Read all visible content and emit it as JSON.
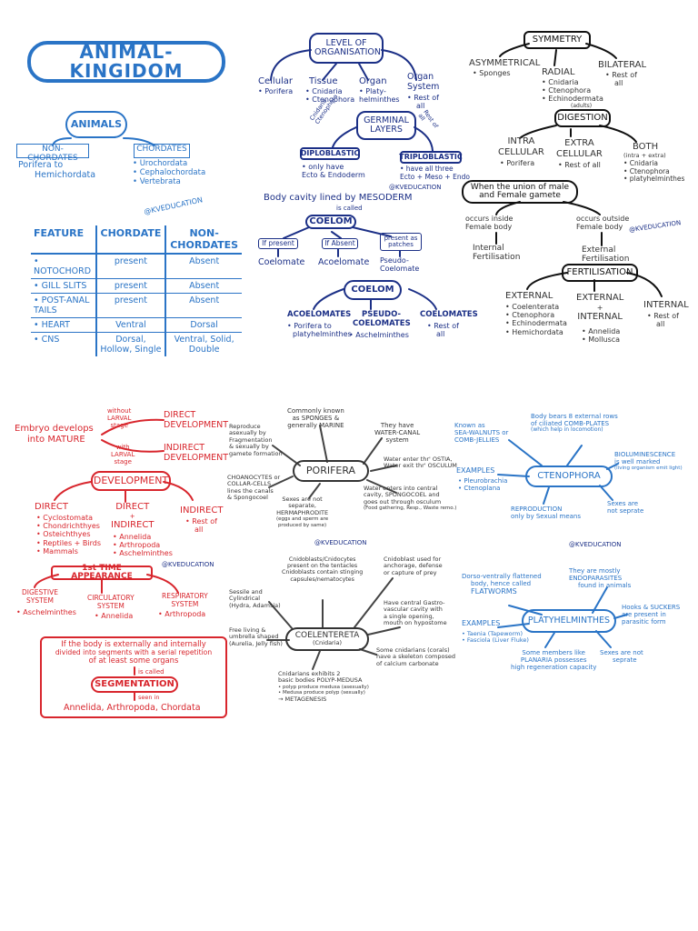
{
  "title": "ANIMAL-KINGIDOM",
  "watermark": "@KVEDUCATION",
  "colors": {
    "blue": "#2a74c6",
    "dark_blue": "#1b2f86",
    "red": "#d8262d",
    "dark": "#333333"
  },
  "animals": {
    "title": "ANIMALS",
    "non_chordates": "NON-CHORDATES",
    "non_chordates_desc": [
      "Porifera to",
      "Hemichordata"
    ],
    "chordates": "CHORDATES",
    "chordates_list": [
      "• Urochordata",
      "• Cephalochordata",
      "• Vertebrata"
    ]
  },
  "features": {
    "headers": [
      "FEATURE",
      "CHORDATE",
      "NON-CHORDATES"
    ],
    "rows": [
      [
        "• NOTOCHORD",
        "present",
        "Absent"
      ],
      [
        "• GILL SLITS",
        "present",
        "Absent"
      ],
      [
        "• POST-ANAL TAILS",
        "present",
        "Absent"
      ],
      [
        "• HEART",
        "Ventral",
        "Dorsal"
      ],
      [
        "• CNS",
        "Dorsal, Hollow, Single",
        "Ventral, Solid, Double"
      ]
    ]
  },
  "organisation": {
    "title": "LEVEL OF ORGANISATION",
    "cellular": "Cellular",
    "cellular_sub": "• Porifera",
    "tissue": "Tissue",
    "tissue_sub": [
      "• Cnidaria",
      "• Ctenophora"
    ],
    "organ": "Organ",
    "organ_sub": [
      "• Platy-",
      "helminthes"
    ],
    "organ_system": [
      "Organ",
      "System"
    ],
    "organ_system_sub": [
      "• Rest of",
      "all"
    ]
  },
  "germinal": {
    "title": [
      "GERMINAL",
      "LAYERS"
    ],
    "left_label": [
      "Cnidaria",
      "Ctenophora"
    ],
    "right_label": [
      "Rest of",
      "all"
    ],
    "diploblastic": "DIPLOBLASTIC",
    "diplo_desc": [
      "• only have",
      "Ecto & Endoderm"
    ],
    "triploblastic": "TRIPLOBLASTIC",
    "triplo_desc": [
      "• have all three",
      "Ecto + Meso + Endo"
    ]
  },
  "coelom1": {
    "intro": "Body cavity lined by MESODERM",
    "is_called": "is called",
    "title": "COELOM",
    "if_present": "If present",
    "if_absent": "If Absent",
    "present_patches": [
      "present as",
      "patches"
    ],
    "coelomate": "Coelomate",
    "acoelomate": "Acoelomate",
    "pseudo": [
      "Pseudo-",
      "Coelomate"
    ]
  },
  "coelom2": {
    "title": "COELOM",
    "acoelomates": "ACOELOMATES",
    "acoelomates_sub": [
      "• Porifera to",
      "platyhelminthes"
    ],
    "pseudo": [
      "PSEUDO-",
      "COELOMATES"
    ],
    "pseudo_sub": "• Aschelminthes",
    "coelomates": "COELOMATES",
    "coelomates_sub": [
      "• Rest of",
      "all"
    ]
  },
  "symmetry": {
    "title": "SYMMETRY",
    "asymmetrical": "ASYMMETRICAL",
    "asym_sub": "• Sponges",
    "radial": "RADIAL",
    "radial_sub": [
      "• Cnidaria",
      "• Ctenophora",
      "• Echinodermata"
    ],
    "radial_note": "(adults)",
    "bilateral": "BILATERAL",
    "bilateral_sub": [
      "• Rest of",
      "all"
    ]
  },
  "digestion": {
    "title": "DIGESTION",
    "intra": [
      "INTRA",
      "CELLULAR"
    ],
    "intra_sub": "• Porifera",
    "extra": [
      "EXTRA",
      "CELLULAR"
    ],
    "extra_sub": "• Rest of all",
    "both": "BOTH",
    "both_note": "(intra + extra)",
    "both_sub": [
      "• Cnidaria",
      "• Ctenophora",
      "• platyhelminthes"
    ]
  },
  "union": {
    "title": [
      "When the union of male",
      "and Female gamete"
    ],
    "inside": [
      "occurs inside",
      "Female body"
    ],
    "outside": [
      "occurs outside",
      "Female body"
    ],
    "internal": [
      "Internal",
      "Fertilisation"
    ],
    "external": [
      "External",
      "Fertilisation"
    ]
  },
  "fertilisation": {
    "title": "FERTILISATION",
    "external": "EXTERNAL",
    "external_sub": [
      "• Coelenterata",
      "• Ctenophora",
      "• Echinodermata",
      "• Hemichordata"
    ],
    "ext_int": [
      "EXTERNAL",
      "+",
      "INTERNAL"
    ],
    "ext_int_sub": [
      "• Annelida",
      "• Mollusca"
    ],
    "internal": "INTERNAL",
    "internal_sub": [
      "• Rest of",
      "all"
    ]
  },
  "embryo": {
    "main": [
      "Embryo develops",
      "into MATURE"
    ],
    "without": [
      "without",
      "LARVAL",
      "stage"
    ],
    "with": [
      "with",
      "LARVAL",
      "stage"
    ],
    "direct": [
      "DIRECT",
      "DEVELOPMENT"
    ],
    "indirect": [
      "INDIRECT",
      "DEVELOPMENT"
    ]
  },
  "development": {
    "title": "DEVELOPMENT",
    "direct1": "DIRECT",
    "direct1_sub": [
      "• Cyclostomata",
      "• Chondrichthyes",
      "• Osteichthyes",
      "• Reptiles + Birds",
      "• Mammals"
    ],
    "direct_indirect": [
      "DIRECT",
      "+",
      "INDIRECT"
    ],
    "di_sub": [
      "• Annelida",
      "• Arthropoda",
      "• Aschelminthes"
    ],
    "indirect": "INDIRECT",
    "indirect_sub": [
      "• Rest of",
      "all"
    ]
  },
  "first_time": {
    "title": "1st TIME APPEARANCE",
    "digestive": [
      "DIGESTIVE",
      "SYSTEM"
    ],
    "digestive_sub": "• Aschelminthes",
    "circulatory": [
      "CIRCULATORY",
      "SYSTEM"
    ],
    "circulatory_sub": "• Annelida",
    "respiratory": [
      "RESPIRATORY",
      "SYSTEM"
    ],
    "respiratory_sub": "• Arthropoda"
  },
  "segmentation": {
    "text": [
      "If the body is externally and internally",
      "divided into segments with a serial repetition",
      "of at least some organs"
    ],
    "is_called": "is called",
    "title": "SEGMENTATION",
    "seen_in": "seen in",
    "examples": "Annelida, Arthropoda, Chordata"
  },
  "porifera": {
    "center": "PORIFERA",
    "notes": [
      [
        "Commonly known",
        "as SPONGES &",
        "generally MARINE"
      ],
      [
        "Reproduce",
        "asexually by",
        "Fragmentation",
        "& sexually by",
        "gamete formation"
      ],
      [
        "They have",
        "WATER-CANAL",
        "system"
      ],
      [
        "Water enter thr' OSTIA,",
        "Water exit thr' OSCULUM"
      ],
      [
        "CHOANOCYTES or",
        "COLLAR-CELLS",
        "lines the canals",
        "& Spongocoel"
      ],
      [
        "Water enters into central",
        "cavity, SPONGOCOEL and",
        "goes out through osculum",
        "(Food gathering, Resp., Waste remo.)"
      ],
      [
        "Sexes are not",
        "separate,",
        "HERMAPHRODITE",
        "(eggs and sperm are",
        "produced by same)"
      ]
    ]
  },
  "ctenophora": {
    "center": "CTENOPHORA",
    "known_as": [
      "Known as",
      "SEA-WALNUTS or",
      "COMB-JELLIES"
    ],
    "body_bears": [
      "Body bears 8 external rows",
      "of ciliated COMB-PLATES",
      "(which help in locomotion)"
    ],
    "examples_label": "EXAMPLES",
    "examples": [
      "• Pleurobrachia",
      "• Ctenoplana"
    ],
    "bioluminescence": [
      "BIOLUMINESCENCE",
      "is well marked",
      "(living organism emit light)"
    ],
    "reproduction": [
      "REPRODUCTION",
      "only by Sexual means"
    ],
    "sexes": [
      "Sexes are",
      "not seprate"
    ]
  },
  "coelenterata": {
    "center": [
      "COELENTERETA",
      "(Cnidaria)"
    ],
    "notes": [
      [
        "Cnidoblasts/Cnidocytes",
        "present on the tentacles",
        "Cnidoblasts contain stinging",
        "capsules/nematocytes"
      ],
      [
        "Cnidoblast used for",
        "anchorage, defense",
        "or capture of prey"
      ],
      [
        "Sessile and",
        "Cylindrical",
        "(Hydra, Adamsia)"
      ],
      [
        "Have central Gastro-",
        "vascular cavity with",
        "a single opening,",
        "mouth on hypostome"
      ],
      [
        "Free living &",
        "umbrella shaped",
        "(Aurelia, Jelly fish)"
      ],
      [
        "Some cnidarians (corals)",
        "have a skeleton composed",
        "of calcium carbonate"
      ],
      [
        "Cnidarians exhibits 2",
        "basic bodies POLYP-MEDUSA",
        "• polyp produce medusa (asexually)",
        "• Medusa produce polyp (sexually)",
        "→ METAGENESIS"
      ]
    ]
  },
  "platyhelminthes": {
    "center": "PLATYHELMINTHES",
    "flat": [
      "Dorso-ventrally flattened",
      "body, hence called",
      "FLATWORMS"
    ],
    "endo": [
      "They are mostly",
      "ENDOPARASITES",
      "found in animals"
    ],
    "examples_label": "EXAMPLES",
    "examples": [
      "• Taenia (Tapeworm)",
      "• Fasciola (Liver Fluke)"
    ],
    "hooks": [
      "Hooks & SUCKERS",
      "are present in",
      "parasitic form"
    ],
    "planaria": [
      "Some members like",
      "PLANARIA possesses",
      "high regeneration capacity"
    ],
    "sexes": [
      "Sexes are not",
      "seprate"
    ]
  }
}
